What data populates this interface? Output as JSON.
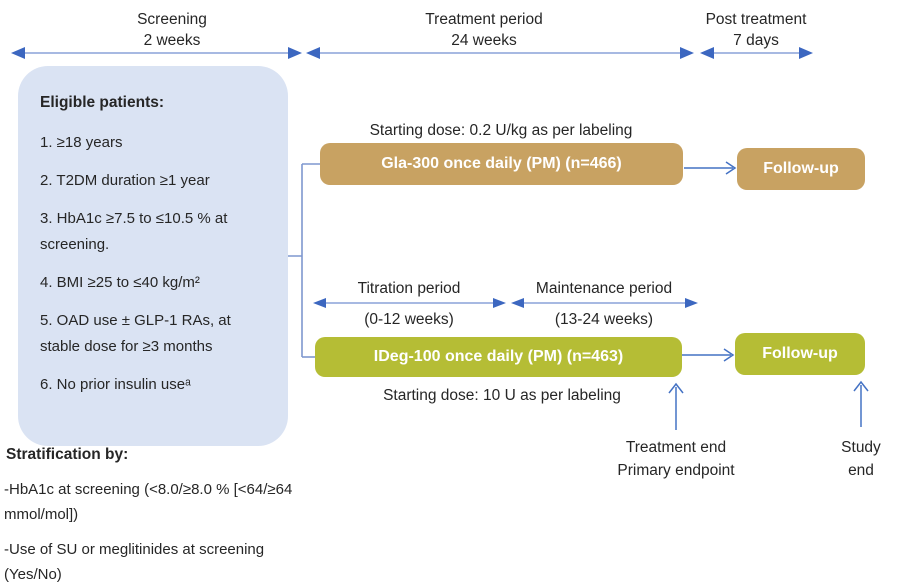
{
  "timeline": {
    "phases": [
      {
        "label": "Screening",
        "duration": "2 weeks"
      },
      {
        "label": "Treatment period",
        "duration": "24 weeks"
      },
      {
        "label": "Post treatment",
        "duration": "7 days"
      }
    ]
  },
  "eligibility": {
    "title": "Eligible patients:",
    "criteria": [
      "1. ≥18 years",
      "2. T2DM duration ≥1 year",
      "3. HbA1c ≥7.5 to ≤10.5 % at screening.",
      "4. BMI ≥25 to ≤40 kg/m²",
      "5. OAD use ± GLP-1 RAs, at stable dose for ≥3 months",
      "6. No prior insulin useᵃ"
    ]
  },
  "arms": {
    "gla": {
      "dose_note": "Starting dose: 0.2 U/kg as per labeling",
      "label": "Gla-300 once daily (PM) (n=466)",
      "followup_label": "Follow-up"
    },
    "ideg": {
      "label": "IDeg-100 once daily (PM) (n=463)",
      "dose_note": "Starting dose: 10 U as per labeling",
      "followup_label": "Follow-up"
    }
  },
  "subperiods": [
    {
      "label": "Titration period",
      "duration": "(0-12 weeks)"
    },
    {
      "label": "Maintenance period",
      "duration": "(13-24 weeks)"
    }
  ],
  "annotations": {
    "treatment_end": {
      "line1": "Treatment end",
      "line2": "Primary endpoint"
    },
    "study_end": {
      "line1": "Study",
      "line2": "end"
    }
  },
  "stratification": {
    "title": "Stratification by:",
    "items": [
      "-HbA1c at screening (<8.0/≥8.0 % [<64/≥64 mmol/mol])",
      "-Use of SU or meglitinides at screening (Yes/No)"
    ]
  },
  "colors": {
    "gla_arm": "#c8a262",
    "ideg_arm": "#b5bd35",
    "eligible_box": "#dae3f3",
    "arrow_blue": "#4472c4"
  }
}
